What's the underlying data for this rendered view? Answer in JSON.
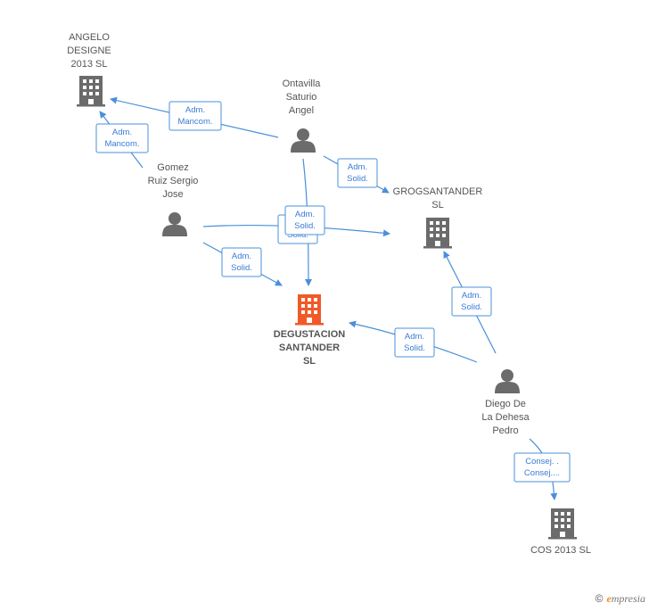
{
  "colors": {
    "edge": "#4a90d9",
    "node": "#6b6b6b",
    "main": "#f05a28"
  },
  "nodes": [
    {
      "id": "angelo",
      "type": "company",
      "lines": [
        "ANGELO",
        "DESIGNE",
        "2013 SL"
      ],
      "main": false
    },
    {
      "id": "ontavilla",
      "type": "person",
      "lines": [
        "Ontavilla",
        "Saturio",
        "Angel"
      ],
      "main": false
    },
    {
      "id": "gomez",
      "type": "person",
      "lines": [
        "Gomez",
        "Ruiz Sergio",
        "Jose"
      ],
      "main": false
    },
    {
      "id": "grog",
      "type": "company",
      "lines": [
        "GROGSANTANDER",
        "SL"
      ],
      "main": false
    },
    {
      "id": "degustacion",
      "type": "company",
      "lines": [
        "DEGUSTACION",
        "SANTANDER",
        "SL"
      ],
      "main": true
    },
    {
      "id": "diego",
      "type": "person",
      "lines": [
        "Diego De",
        "La Dehesa",
        "Pedro"
      ],
      "main": false
    },
    {
      "id": "cos",
      "type": "company",
      "lines": [
        "COS 2013  SL"
      ],
      "main": false
    }
  ],
  "edges": [
    {
      "id": "e1",
      "lines": [
        "Adm.",
        "Mancom."
      ]
    },
    {
      "id": "e2",
      "lines": [
        "Adm.",
        "Mancom."
      ]
    },
    {
      "id": "e3",
      "lines": [
        "Adm.",
        "Solid."
      ]
    },
    {
      "id": "e4",
      "lines": [
        "Adm.",
        "Solid."
      ]
    },
    {
      "id": "e5",
      "lines": [
        "Adm.",
        "Solid."
      ]
    },
    {
      "id": "e6",
      "lines": [
        "Adm.",
        "Solid."
      ]
    },
    {
      "id": "e7",
      "lines": [
        "Adm.",
        "Solid."
      ]
    },
    {
      "id": "e8",
      "lines": [
        "Adm.",
        "Solid."
      ]
    },
    {
      "id": "e9",
      "lines": [
        "Consej. .",
        "Consej...."
      ]
    }
  ],
  "brand": {
    "copyright": "©",
    "initial": "e",
    "rest": "mpresia"
  }
}
